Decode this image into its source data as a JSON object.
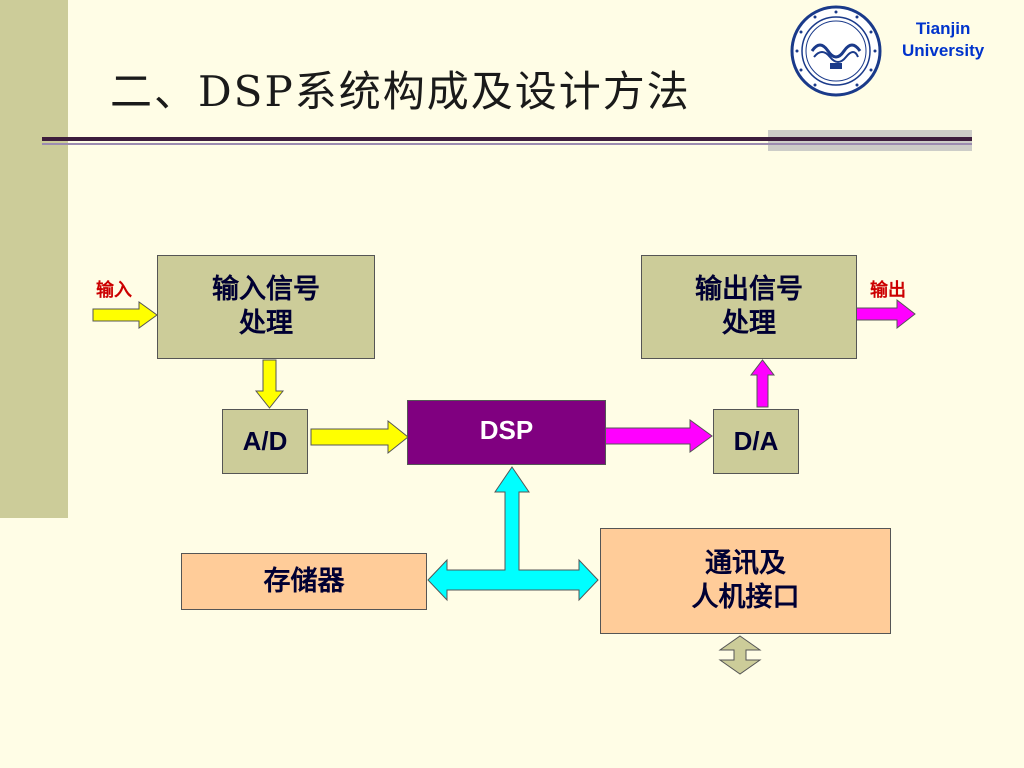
{
  "title": "二、DSP系统构成及设计方法",
  "logo": {
    "name_line1": "Tianjin",
    "name_line2": "University"
  },
  "diagram": {
    "input_label": "输入",
    "output_label": "输出",
    "input_processing_l1": "输入信号",
    "input_processing_l2": "处理",
    "output_processing_l1": "输出信号",
    "output_processing_l2": "处理",
    "ad": "A/D",
    "dsp": "DSP",
    "da": "D/A",
    "memory": "存储器",
    "interface_l1": "通讯及",
    "interface_l2": "人机接口"
  },
  "colors": {
    "background": "#fffde6",
    "box_gray": "#cccc99",
    "box_peach": "#ffcc99",
    "dsp_purple": "#800080",
    "arrow_yellow": "#ffff00",
    "arrow_magenta": "#ff00ff",
    "arrow_cyan": "#00ffff",
    "arrow_khaki": "#cccc99"
  }
}
